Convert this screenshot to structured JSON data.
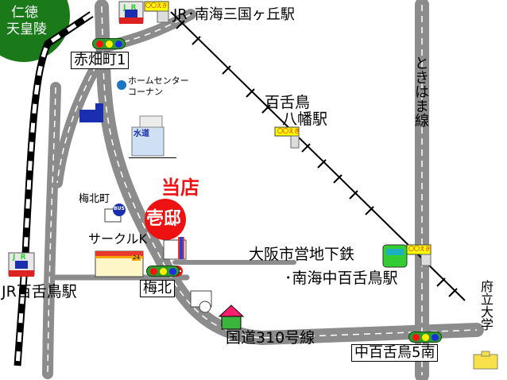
{
  "map": {
    "colors": {
      "road": "#8c8c8c",
      "road_line": "#ffffff",
      "park": "#1a7a1a",
      "shop_accent": "#ff0000",
      "rail": "#000000",
      "subway_train": "#33cc33",
      "station_sign": "#ffff00"
    },
    "park": {
      "name_line1": "仁徳",
      "name_line2": "天皇陵"
    },
    "stations": {
      "jr_nankai_mikunigaoka": "JR･南海三国ヶ丘駅",
      "mozu_hachiman_line1": "百舌鳥",
      "mozu_hachiman_line2": "八幡駅",
      "jr_mozu": "JR百舌鳥駅",
      "nakamozu_line1": "大阪市営地下鉄",
      "nakamozu_line2": "･南海中百舌鳥駅",
      "station_sign_text": "〇〇えき"
    },
    "intersections": {
      "akahatacho": "赤畑町1",
      "umekita": "梅北",
      "nakamozu5minami": "中百舌鳥5南"
    },
    "roads": {
      "tokihama": "ときはま線",
      "route310": "国道310号線"
    },
    "landmarks": {
      "home_center_line1": "ホームセンター",
      "home_center_line2": "コーナン",
      "waterworks": "水道",
      "bus_stop": "梅北町",
      "bus_label": "BUS",
      "convenience_store": "サークルK",
      "store_hours": "24",
      "university": "府立大学",
      "jr_logo_j": "J",
      "jr_logo_r": "R"
    },
    "shop": {
      "label": "当店",
      "name": "壱邸"
    }
  }
}
